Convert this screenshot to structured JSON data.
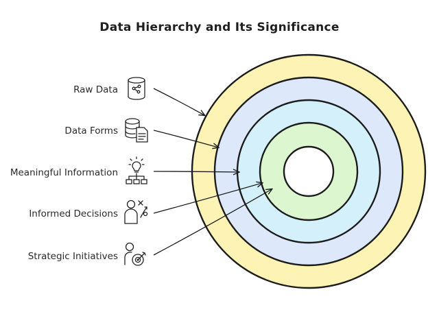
{
  "title": "Data Hierarchy and Its Significance",
  "levels": [
    {
      "label": "Raw Data",
      "icon": "database-network-icon"
    },
    {
      "label": "Data Forms",
      "icon": "database-document-icon"
    },
    {
      "label": "Meaningful Information",
      "icon": "lightbulb-hierarchy-icon"
    },
    {
      "label": "Informed Decisions",
      "icon": "person-decision-icon"
    },
    {
      "label": "Strategic Initiatives",
      "icon": "person-target-icon"
    }
  ],
  "colors": {
    "ring_outer": "#fdf3b4",
    "ring_second": "#dde8fb",
    "ring_third": "#d4f0fb",
    "ring_fourth": "#dcf7cf",
    "ring_core": "#ffffff",
    "stroke": "#1c1c1c"
  }
}
